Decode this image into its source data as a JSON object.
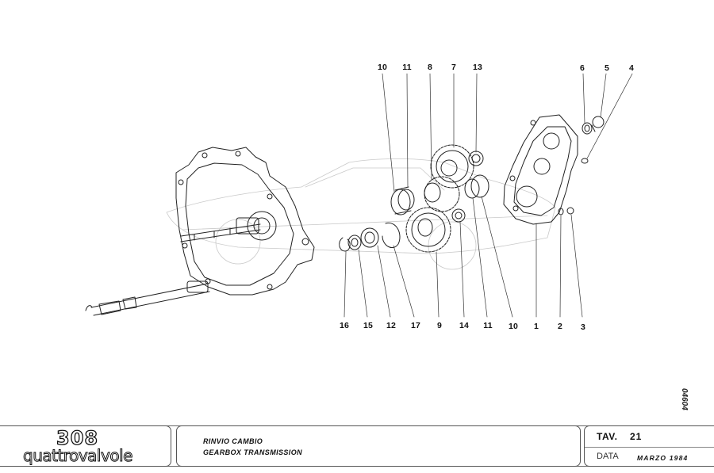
{
  "drawing": {
    "callouts_top": [
      {
        "num": "10"
      },
      {
        "num": "11"
      },
      {
        "num": "8"
      },
      {
        "num": "7"
      },
      {
        "num": "13"
      },
      {
        "num": "6"
      },
      {
        "num": "5"
      },
      {
        "num": "4"
      }
    ],
    "callouts_bottom": [
      {
        "num": "16"
      },
      {
        "num": "15"
      },
      {
        "num": "12"
      },
      {
        "num": "17"
      },
      {
        "num": "9"
      },
      {
        "num": "14"
      },
      {
        "num": "11"
      },
      {
        "num": "10"
      },
      {
        "num": "1"
      },
      {
        "num": "2"
      },
      {
        "num": "3"
      }
    ],
    "document_number": "04604"
  },
  "titleblock": {
    "logo_model": "308",
    "logo_name": "quattrovalvole",
    "title_it": "RINVIO CAMBIO",
    "title_en": "GEARBOX TRANSMISSION",
    "tav_label": "TAV.",
    "tav_number": "21",
    "date_label": "DATA",
    "date_value": "MARZO 1984"
  }
}
